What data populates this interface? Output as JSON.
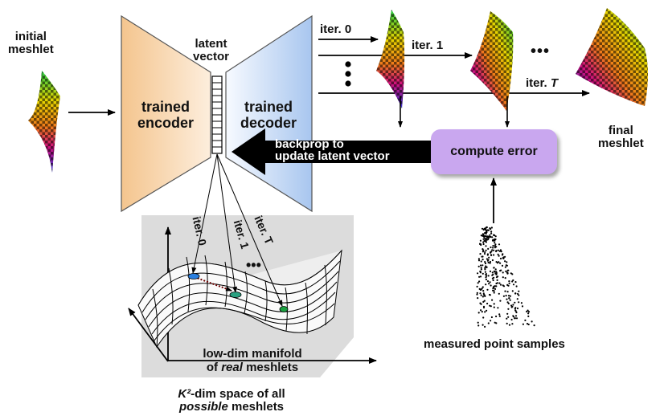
{
  "labels": {
    "initial_meshlet": [
      "initial",
      "meshlet"
    ],
    "latent_vector": [
      "latent",
      "vector"
    ],
    "trained_encoder": [
      "trained",
      "encoder"
    ],
    "trained_decoder": [
      "trained",
      "decoder"
    ],
    "iter0": "iter. 0",
    "iter1": "iter. 1",
    "iterT_prefix": "iter.",
    "iterT_var": "T",
    "ellipsis": "•••",
    "backprop": [
      "backprop to",
      "update latent vector"
    ],
    "compute_error": "compute error",
    "final_meshlet": [
      "final",
      "meshlet"
    ],
    "measured": "measured point samples",
    "manifold_line1": "low-dim manifold",
    "manifold_line2_pre": "of ",
    "manifold_line2_em": "real",
    "manifold_line2_post": " meshlets",
    "space_line1_pre": "K²",
    "space_line1_post": "-dim space of all",
    "space_line2_em": "possible",
    "space_line2_post": " meshlets",
    "diag_iter0": "iter. 0",
    "diag_iter1": "iter. 1",
    "diag_iterT": "iter. T"
  },
  "colors": {
    "encoder_left": "#f4c58e",
    "encoder_right": "#fdeedd",
    "decoder_left": "#fbfdff",
    "decoder_right": "#a8c6ef",
    "compute_error_fill": "#c9a7ef",
    "manifold_panel": "#dddddd",
    "backprop_arrow": "#000000"
  }
}
